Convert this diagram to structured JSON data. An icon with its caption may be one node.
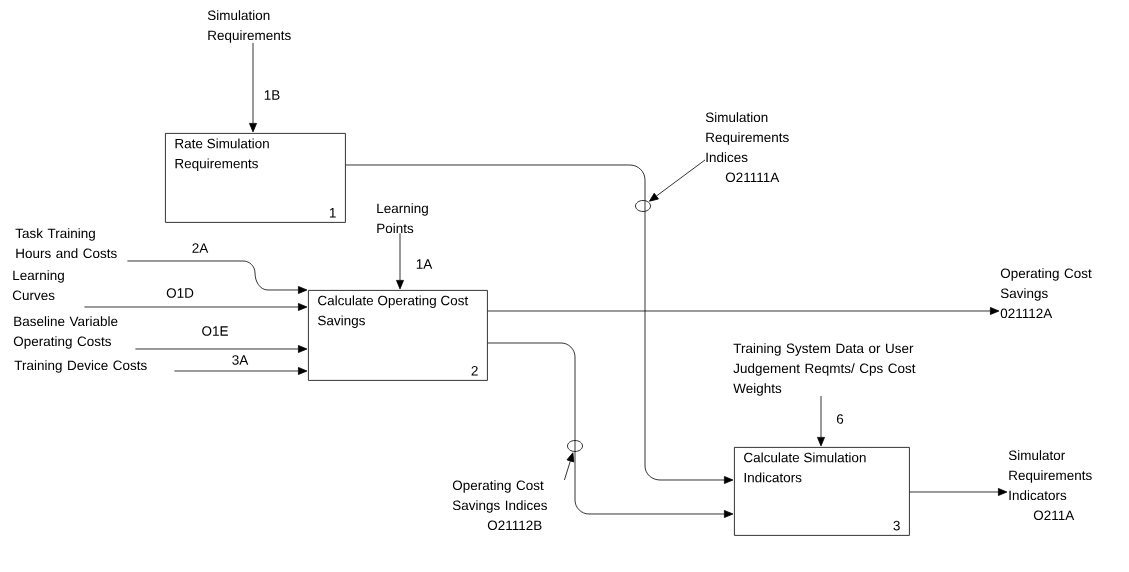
{
  "diagram": {
    "nodes": [
      {
        "text": [
          "Rate Simulation Requirements",
          "1"
        ]
      },
      {
        "text": [
          "Calculate Operating Cost Savings",
          "2"
        ]
      },
      {
        "text": [
          "Calculate Simulation Indicators",
          "3"
        ]
      },
      {
        "text": [
          "Simulation Requirements"
        ]
      },
      {
        "text": [
          "Task Training Hours and Costs"
        ]
      },
      {
        "text": [
          "Learning Curves"
        ]
      },
      {
        "text": [
          "Baseline Variable Operating Costs"
        ]
      },
      {
        "text": [
          "Training Device Costs"
        ]
      },
      {
        "text": [
          "Learning Points"
        ]
      },
      {
        "text": [
          "Operating Cost Savings",
          "021112A"
        ]
      },
      {
        "text": [
          "Training System Data or User Judgement Reqmts/ Cps Cost Weights"
        ]
      },
      {
        "text": [
          "Simulator Requirements Indicators",
          "O211A"
        ]
      },
      {
        "text": [
          "Simulation Requirements Indices",
          "O21111A"
        ]
      },
      {
        "text": [],
        "shape": "circle"
      },
      {
        "text": [
          "Operating Cost Savings Indices",
          "O21112B"
        ]
      },
      {
        "text": [],
        "shape": "circle"
      }
    ],
    "edges": [
      {
        "from": 3,
        "to": 0,
        "arrow": "to",
        "label": "1B"
      },
      {
        "from": 4,
        "to": 1,
        "arrow": "to",
        "label": "2A"
      },
      {
        "from": 5,
        "to": 1,
        "arrow": "to",
        "label": "O1D"
      },
      {
        "from": 6,
        "to": 1,
        "arrow": "to",
        "label": "O1E"
      },
      {
        "from": 7,
        "to": 1,
        "arrow": "to",
        "label": "3A"
      },
      {
        "from": 8,
        "to": 1,
        "arrow": "to",
        "label": "1A"
      },
      {
        "from": 1,
        "to": 9,
        "arrow": "to"
      },
      {
        "from": 0,
        "to": 2,
        "arrow": "to"
      },
      {
        "from": 1,
        "to": 2,
        "arrow": "to"
      },
      {
        "from": 10,
        "to": 2,
        "arrow": "to",
        "label": "6"
      },
      {
        "from": 2,
        "to": 11,
        "arrow": "to"
      },
      {
        "from": 12,
        "to": 13,
        "arrow": "to"
      },
      {
        "from": 14,
        "to": 15,
        "arrow": "to"
      }
    ]
  }
}
